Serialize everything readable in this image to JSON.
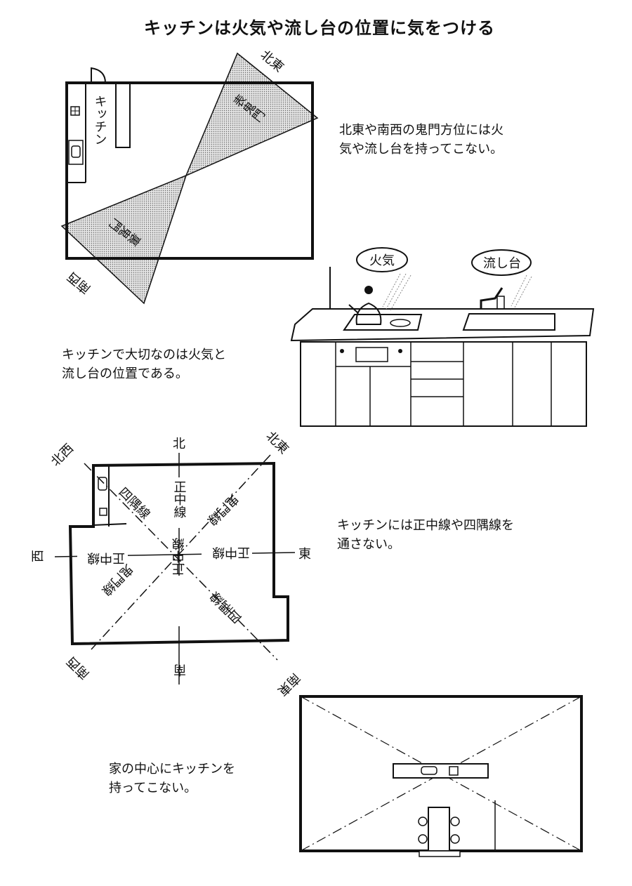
{
  "title": "キッチンは火気や流し台の位置に気をつける",
  "section1": {
    "labels": {
      "northeast": "北東",
      "kitchen": "キッチン",
      "front_kimon": "表鬼門",
      "back_kimon": "裏鬼門",
      "southwest": "南西"
    },
    "text": [
      "北東や南西の鬼門方位には火",
      "気や流し台を持ってこない。"
    ]
  },
  "section2": {
    "labels": {
      "fire": "火気",
      "sink": "流し台"
    },
    "text": [
      "キッチンで大切なのは火気と",
      "流し台の位置である。"
    ]
  },
  "section3": {
    "directions": {
      "n": "北",
      "ne": "北東",
      "nw": "北西",
      "w": "西",
      "e": "東",
      "sw": "南西",
      "s": "南",
      "se": "南東"
    },
    "lines": {
      "n": "正中線",
      "s": "正中線",
      "w": "正中線",
      "e": "正中線",
      "nw": "四隅線",
      "se": "四隅線",
      "ne": "鬼門線",
      "sw": "鬼門線"
    },
    "text": [
      "キッチンには正中線や四隅線を",
      "通さない。"
    ]
  },
  "section4": {
    "text": [
      "家の中心にキッチンを",
      "持ってこない。"
    ]
  }
}
